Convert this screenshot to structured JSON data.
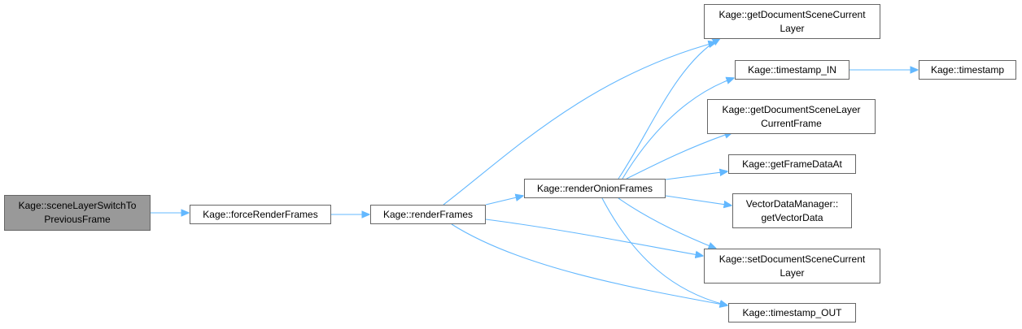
{
  "graph": {
    "edge_color": "#63b8ff",
    "node_border_color": "#666666",
    "root_fill_color": "#999999",
    "nodes": [
      {
        "id": "sceneLayerSwitchToPreviousFrame",
        "lines": [
          "Kage::sceneLayerSwitchTo",
          "PreviousFrame"
        ],
        "root": true
      },
      {
        "id": "forceRenderFrames",
        "lines": [
          "Kage::forceRenderFrames"
        ]
      },
      {
        "id": "renderFrames",
        "lines": [
          "Kage::renderFrames"
        ]
      },
      {
        "id": "renderOnionFrames",
        "lines": [
          "Kage::renderOnionFrames"
        ]
      },
      {
        "id": "getDocumentSceneCurrentLayer",
        "lines": [
          "Kage::getDocumentSceneCurrent",
          "Layer"
        ]
      },
      {
        "id": "timestamp_IN",
        "lines": [
          "Kage::timestamp_IN"
        ]
      },
      {
        "id": "timestamp",
        "lines": [
          "Kage::timestamp"
        ]
      },
      {
        "id": "getDocumentSceneLayerCurrentFrame",
        "lines": [
          "Kage::getDocumentSceneLayer",
          "CurrentFrame"
        ]
      },
      {
        "id": "getFrameDataAt",
        "lines": [
          "Kage::getFrameDataAt"
        ]
      },
      {
        "id": "getVectorData",
        "lines": [
          "VectorDataManager::",
          "getVectorData"
        ]
      },
      {
        "id": "setDocumentSceneCurrentLayer",
        "lines": [
          "Kage::setDocumentSceneCurrent",
          "Layer"
        ]
      },
      {
        "id": "timestamp_OUT",
        "lines": [
          "Kage::timestamp_OUT"
        ]
      }
    ],
    "edges": [
      {
        "from": "sceneLayerSwitchToPreviousFrame",
        "to": "forceRenderFrames"
      },
      {
        "from": "forceRenderFrames",
        "to": "renderFrames"
      },
      {
        "from": "renderFrames",
        "to": "getDocumentSceneCurrentLayer"
      },
      {
        "from": "renderFrames",
        "to": "renderOnionFrames"
      },
      {
        "from": "renderFrames",
        "to": "setDocumentSceneCurrentLayer"
      },
      {
        "from": "renderFrames",
        "to": "timestamp_OUT"
      },
      {
        "from": "renderOnionFrames",
        "to": "getDocumentSceneCurrentLayer"
      },
      {
        "from": "renderOnionFrames",
        "to": "timestamp_IN"
      },
      {
        "from": "renderOnionFrames",
        "to": "getDocumentSceneLayerCurrentFrame"
      },
      {
        "from": "renderOnionFrames",
        "to": "getFrameDataAt"
      },
      {
        "from": "renderOnionFrames",
        "to": "getVectorData"
      },
      {
        "from": "renderOnionFrames",
        "to": "setDocumentSceneCurrentLayer"
      },
      {
        "from": "renderOnionFrames",
        "to": "timestamp_OUT"
      },
      {
        "from": "timestamp_IN",
        "to": "timestamp"
      }
    ]
  }
}
